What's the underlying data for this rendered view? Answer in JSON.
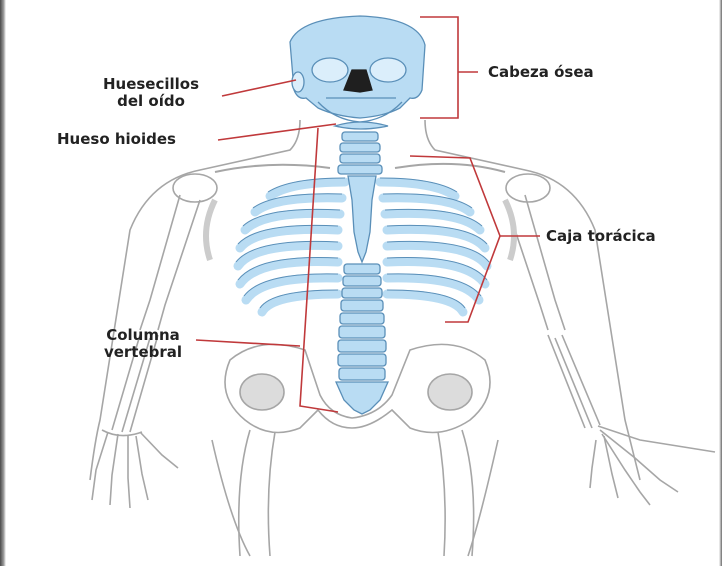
{
  "labels": {
    "ear_ossicles": {
      "line1": "Huesecillos",
      "line2": "del oído"
    },
    "hyoid": "Hueso hioides",
    "skull": "Cabeza ósea",
    "rib_cage": "Caja torácica",
    "spine": {
      "line1": "Columna",
      "line2": "vertebral"
    }
  },
  "colors": {
    "bone_axial": "#b9dcf3",
    "bone_axial_stroke": "#5a8fb8",
    "bone_outline": "#9c9c9c",
    "bone_shade": "#d5d5d5",
    "leader_line": "#c0393b",
    "label_text": "#222222"
  }
}
